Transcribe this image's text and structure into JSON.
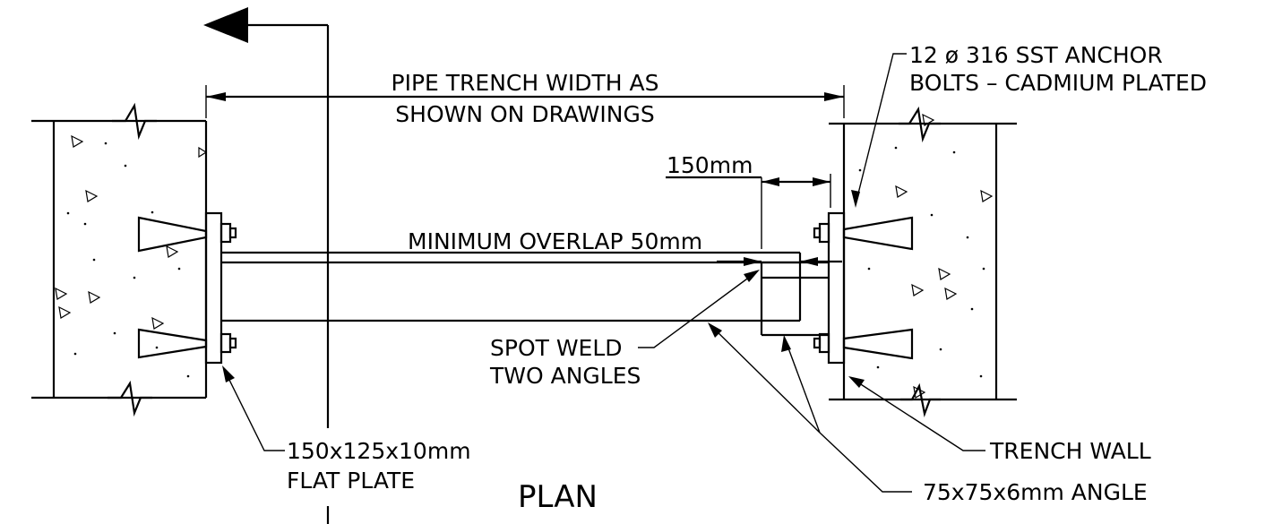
{
  "labels": {
    "trench_width_line1": "PIPE TRENCH WIDTH AS",
    "trench_width_line2": "SHOWN ON DRAWINGS",
    "anchor_line1": "12 ø 316 SST ANCHOR",
    "anchor_line2": "BOLTS – CADMIUM PLATED",
    "dim_150": "150mm",
    "min_overlap": "MINIMUM OVERLAP 50mm",
    "spot_weld_line1": "SPOT WELD",
    "spot_weld_line2": "TWO ANGLES",
    "trench_wall": "TRENCH WALL",
    "plate_line1": "150x125x10mm",
    "plate_line2": "FLAT PLATE",
    "angle": "75x75x6mm ANGLE",
    "view_title": "PLAN"
  }
}
